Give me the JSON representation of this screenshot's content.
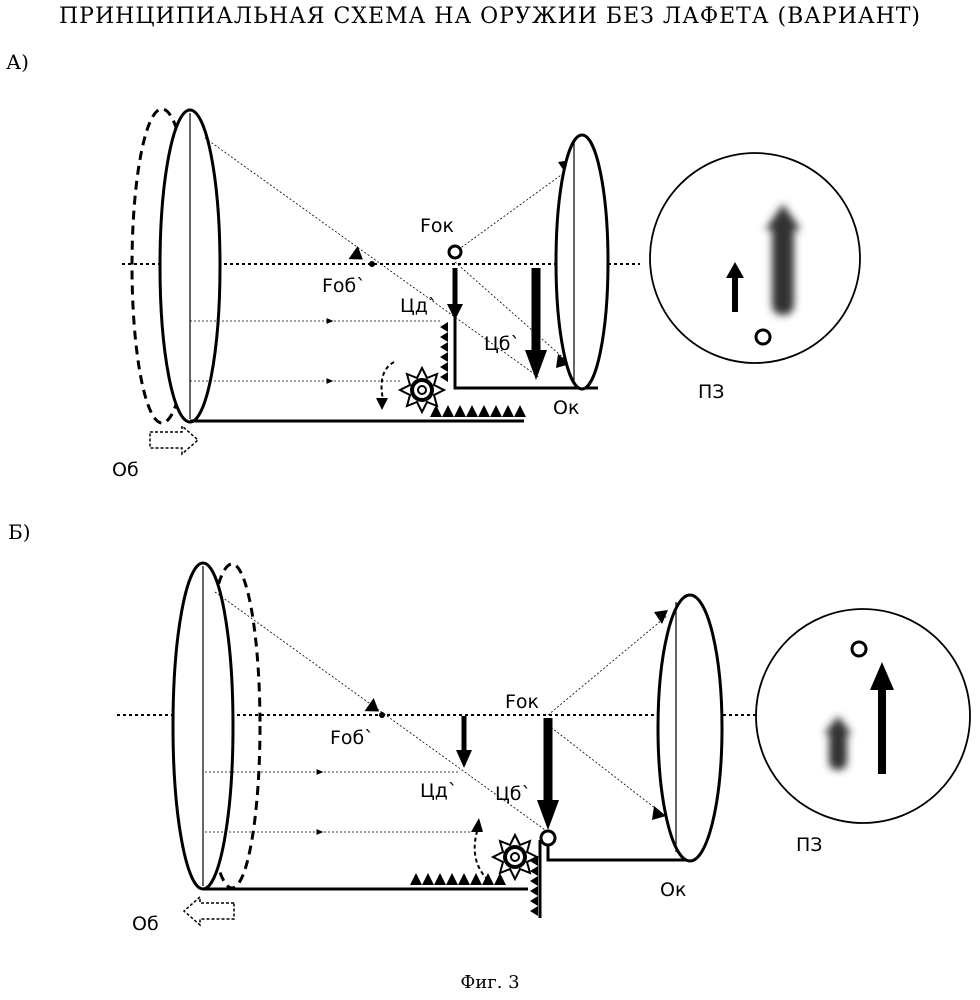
{
  "title": "ПРИНЦИПИАЛЬНАЯ СХЕМА НА ОРУЖИИ БЕЗ ЛАФЕТА (ВАРИАНТ)",
  "caption": "Фиг. 3",
  "panel_a": {
    "label": "А)",
    "objective_label": "Об",
    "eyepiece_label": "Ок",
    "focus_objective_label": "Fоб`",
    "focus_eyepiece_label": "Fок",
    "target_real_label": "Цд`",
    "target_image_label": "Цб`",
    "field_of_view_label": "ПЗ"
  },
  "panel_b": {
    "label": "Б)",
    "objective_label": "Об",
    "eyepiece_label": "Ок",
    "focus_objective_label": "Fоб`",
    "focus_eyepiece_label": "Fок",
    "target_real_label": "Цд`",
    "target_image_label": "Цб`",
    "field_of_view_label": "ПЗ"
  }
}
